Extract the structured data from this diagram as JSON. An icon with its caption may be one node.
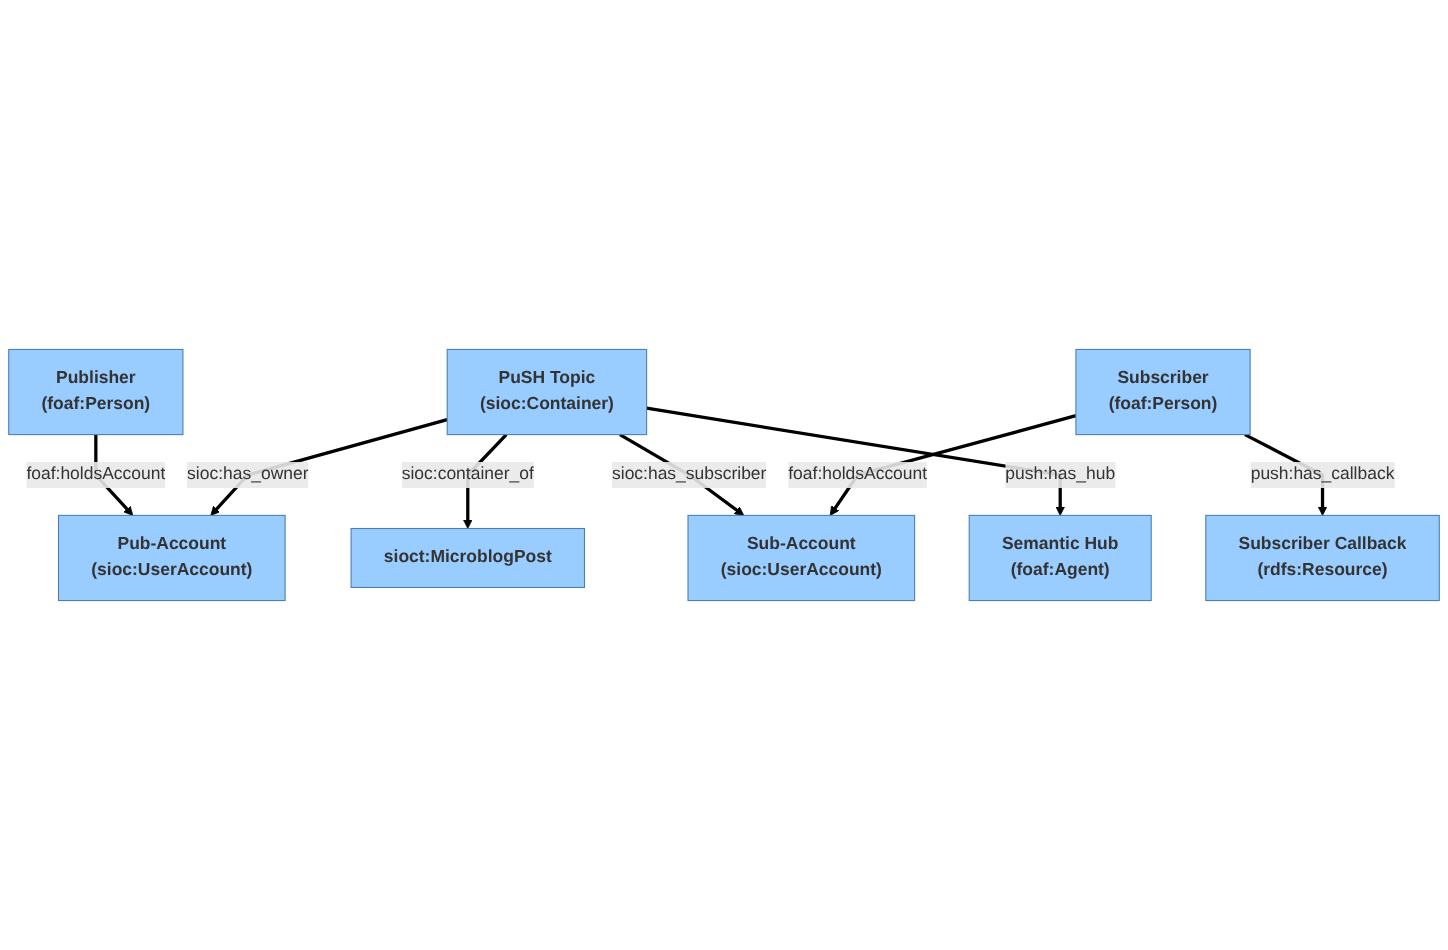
{
  "diagram": {
    "nodes": [
      {
        "text": [
          "Publisher",
          "(foaf:Person)"
        ]
      },
      {
        "text": [
          "sioct:MicroblogPost"
        ]
      },
      {
        "text": [
          "Sub-Account",
          "(sioc:UserAccount)"
        ]
      },
      {
        "text": [
          "PuSH Topic",
          "(sioc:Container)"
        ]
      },
      {
        "text": [
          "Subscriber",
          "(foaf:Person)"
        ]
      },
      {
        "text": [
          "Pub-Account",
          "(sioc:UserAccount)"
        ]
      },
      {
        "text": [
          "Semantic Hub",
          "(foaf:Agent)"
        ]
      },
      {
        "text": [
          "Subscriber Callback",
          "(rdfs:Resource)"
        ]
      }
    ],
    "edges": [
      {
        "from": 0,
        "to": 5,
        "arrow": "to",
        "label": "foaf:holdsAccount"
      },
      {
        "from": 3,
        "to": 1,
        "arrow": "to",
        "label": "sioc:container_of"
      },
      {
        "from": 3,
        "to": 2,
        "arrow": "to",
        "label": "sioc:has_subscriber"
      },
      {
        "from": 4,
        "to": 2,
        "arrow": "to",
        "label": "foaf:holdsAccount"
      },
      {
        "from": 3,
        "to": 5,
        "arrow": "to",
        "label": "sioc:has_owner"
      },
      {
        "from": 3,
        "to": 6,
        "arrow": "to",
        "label": "push:has_hub"
      },
      {
        "from": 4,
        "to": 7,
        "arrow": "to",
        "label": "push:has_callback"
      }
    ]
  }
}
